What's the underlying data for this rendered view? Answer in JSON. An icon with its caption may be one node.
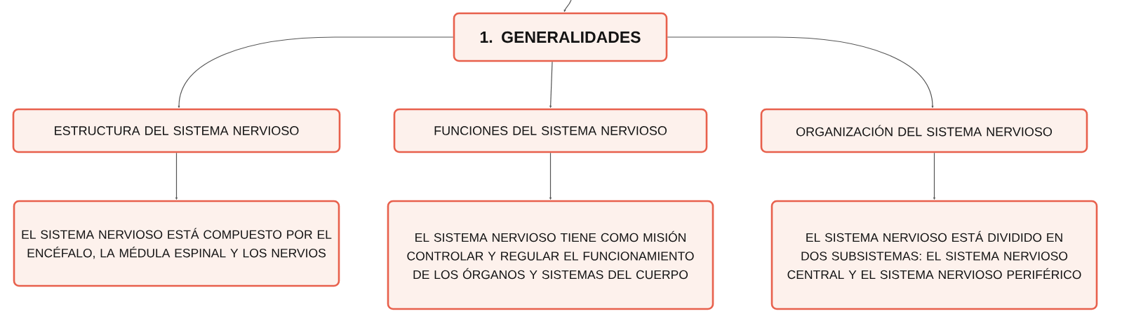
{
  "diagram": {
    "nodes": [
      {
        "text": [
          "1. GENERALIDADES"
        ]
      },
      {
        "text": [
          "ESTRUCTURA DEL SISTEMA NERVIOSO"
        ]
      },
      {
        "text": [
          "FUNCIONES DEL SISTEMA NERVIOSO"
        ]
      },
      {
        "text": [
          "ORGANIZACIÓN DEL SISTEMA NERVIOSO"
        ]
      },
      {
        "text": [
          "EL SISTEMA NERVIOSO ESTÁ COMPUESTO POR EL ENCÉFALO, LA MÉDULA ESPINAL Y LOS NERVIOS"
        ]
      },
      {
        "text": [
          "EL SISTEMA NERVIOSO TIENE COMO MISIÓN CONTROLAR Y REGULAR EL FUNCIONAMIENTO DE LOS ÓRGANOS Y SISTEMAS DEL CUERPO"
        ]
      },
      {
        "text": [
          "EL SISTEMA NERVIOSO ESTÁ DIVIDIDO EN DOS SUBSISTEMAS: EL SISTEMA NERVIOSO CENTRAL Y EL SISTEMA NERVIOSO PERIFÉRICO"
        ]
      }
    ],
    "edges": [
      {
        "from": null,
        "to": 0,
        "arrow": "to"
      },
      {
        "from": 0,
        "to": 1,
        "arrow": "to"
      },
      {
        "from": 0,
        "to": 2,
        "arrow": "to"
      },
      {
        "from": 0,
        "to": 3,
        "arrow": "to"
      },
      {
        "from": 1,
        "to": 4,
        "arrow": "to"
      },
      {
        "from": 2,
        "to": 5,
        "arrow": "to"
      },
      {
        "from": 3,
        "to": 6,
        "arrow": "to"
      }
    ]
  }
}
